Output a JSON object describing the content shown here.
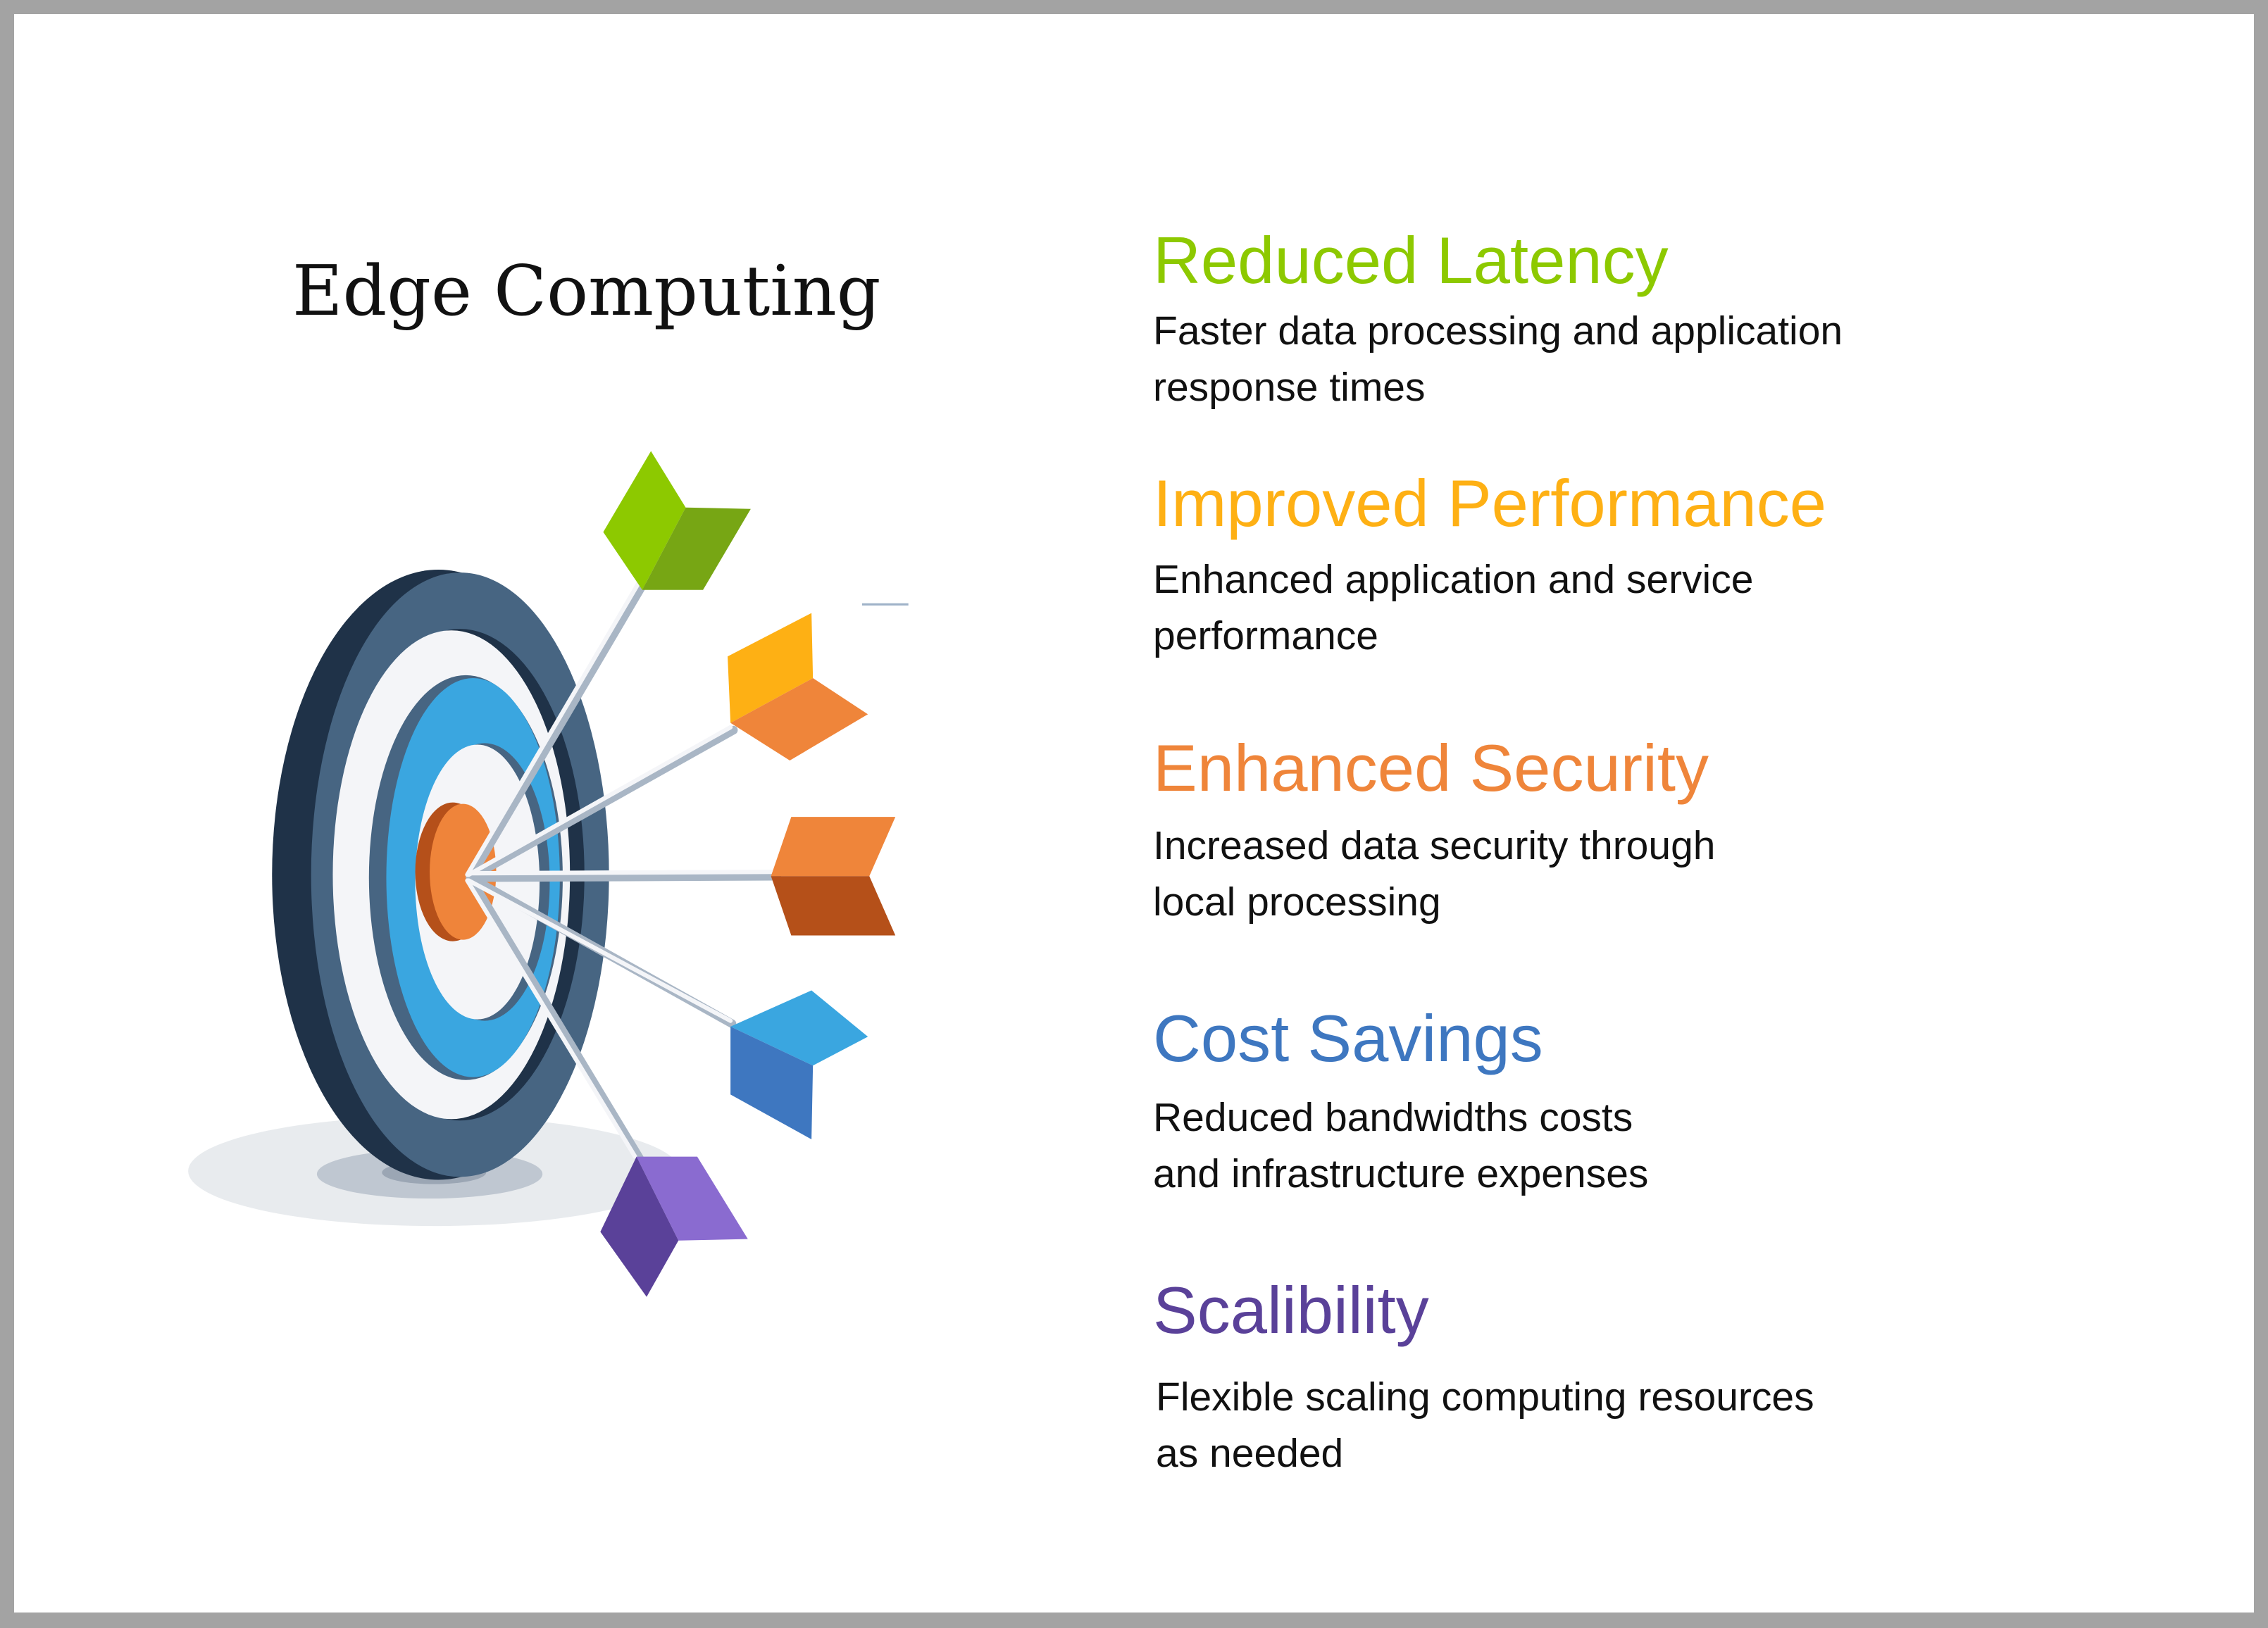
{
  "title": "Edge Computing",
  "benefits": [
    {
      "heading": "Reduced Latency",
      "line1": "Faster data processing and application",
      "line2": "response times",
      "color": "#8dc900"
    },
    {
      "heading": "Improved Performance",
      "line1": "Enhanced application and service",
      "line2": "performance",
      "color": "#feb014"
    },
    {
      "heading": "Enhanced Security",
      "line1": "Increased data security through",
      "line2": "local processing",
      "color": "#ef853a"
    },
    {
      "heading": "Cost Savings",
      "line1": "Reduced bandwidths costs",
      "line2": "and infrastructure expenses",
      "color": "#3e77c0"
    },
    {
      "heading": "Scalibility",
      "line1": "Flexible scaling computing resources",
      "line2": "as needed",
      "color": "#5a4199"
    }
  ]
}
